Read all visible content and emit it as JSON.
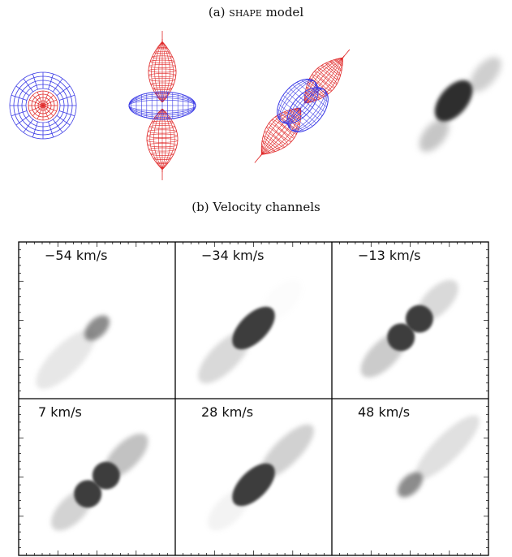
{
  "caption_a": {
    "prefix": "(a) ",
    "name": "shape",
    "suffix": " model"
  },
  "caption_b": "(b) Velocity channels",
  "colors": {
    "torus_wire": "#3a3ae6",
    "lobe_wire": "#e02828",
    "blob_dark": "#3c3c3c",
    "blob_light": "#c8c8c8"
  },
  "model_views": [
    {
      "name": "pole-on",
      "description_icon": "wireframe-torus-top-view"
    },
    {
      "name": "edge-on",
      "description_icon": "wireframe-bipolar-side-view"
    },
    {
      "name": "inclined",
      "description_icon": "wireframe-bipolar-inclined-view"
    },
    {
      "name": "rendered",
      "description_icon": "grayscale-rendering"
    }
  ],
  "channels": [
    {
      "label": "−54 km/s",
      "velocity": -54
    },
    {
      "label": "−34 km/s",
      "velocity": -34
    },
    {
      "label": "−13 km/s",
      "velocity": -13
    },
    {
      "label": "7 km/s",
      "velocity": 7
    },
    {
      "label": "28 km/s",
      "velocity": 28
    },
    {
      "label": "48 km/s",
      "velocity": 48
    }
  ]
}
